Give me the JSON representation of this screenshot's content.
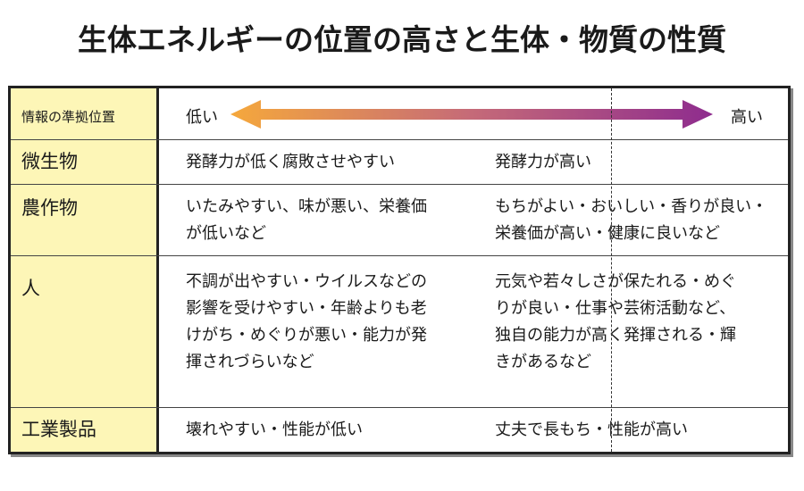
{
  "title": "生体エネルギーの位置の高さと生体・物質の性質",
  "colors": {
    "header_bg": "#fdf6b7",
    "arrow_start": "#f5a83c",
    "arrow_end": "#8e2c8e",
    "border": "#222222"
  },
  "table": {
    "scale_row": {
      "label": "情報の準拠位置",
      "low": "低い",
      "high": "高い",
      "arrow_icon": "double-headed-arrow-icon"
    },
    "rows": [
      {
        "label": "微生物",
        "low": "発酵力が低く腐敗させやすい",
        "high": "発酵力が高い"
      },
      {
        "label": "農作物",
        "low": "いたみやすい、味が悪い、栄養価\nが低いなど",
        "high": "もちがよい・おいしい・香りが良い・\n栄養価が高い・健康に良いなど"
      },
      {
        "label": "人",
        "low": "不調が出やすい・ウイルスなどの\n影響を受けやすい・年齢よりも老\nけがち・めぐりが悪い・能力が発\n揮されづらいなど",
        "high": "元気や若々しさが保たれる・めぐ\nりが良い・仕事や芸術活動など、\n独自の能力が高く発揮される・輝\nきがあるなど"
      },
      {
        "label": "工業製品",
        "low": "壊れやすい・性能が低い",
        "high": "丈夫で長もち・性能が高い"
      }
    ]
  }
}
